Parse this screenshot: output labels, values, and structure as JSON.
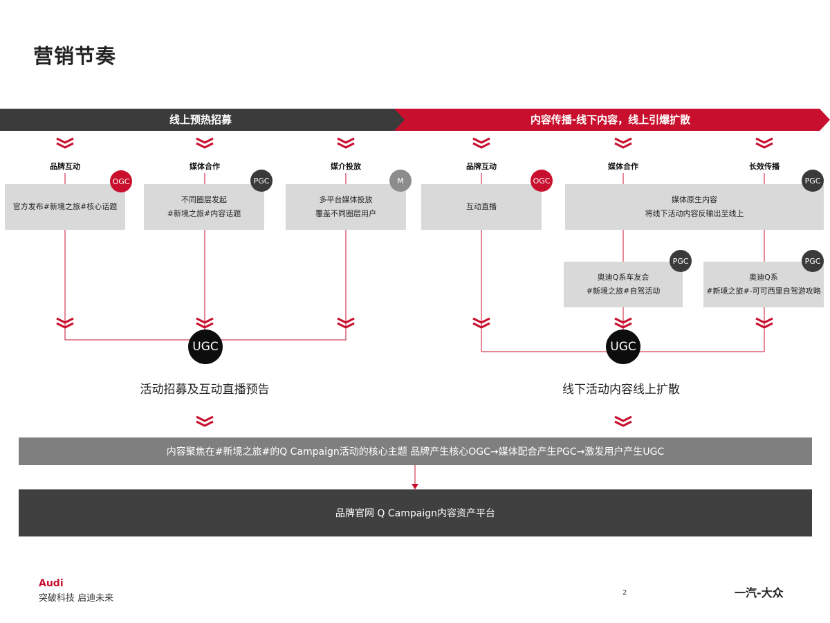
{
  "title": "营销节奏",
  "banners": {
    "left": "线上预热招募",
    "right": "内容传播-线下内容，线上引爆扩散"
  },
  "colors": {
    "accent_red": "#c8102e",
    "banner_dark": "#3b3b3b",
    "box_gray": "#d9d9d9"
  },
  "columns": [
    {
      "label": "品牌互动",
      "badge": "OGC",
      "box_lines": [
        "官方发布#新境之旅#核心话题"
      ]
    },
    {
      "label": "媒体合作",
      "badge": "PGC",
      "box_lines": [
        "不同圈层发起",
        "#新境之旅#内容话题"
      ]
    },
    {
      "label": "媒介投放",
      "badge": "M",
      "box_lines": [
        "多平台媒体投放",
        "覆盖不同圈层用户"
      ]
    },
    {
      "label": "品牌互动",
      "badge": "OGC",
      "box_lines": [
        "互动直播"
      ]
    },
    {
      "label": "媒体合作",
      "badge": "PGC",
      "box_lines": [
        "媒体原生内容",
        "将线下活动内容反输出至线上"
      ]
    },
    {
      "label": "长效传播"
    }
  ],
  "sub_boxes": [
    {
      "badge": "PGC",
      "lines": [
        "奥迪Q系车友会",
        "#新境之旅#自驾活动"
      ]
    },
    {
      "badge": "PGC",
      "lines": [
        "奥迪Q系",
        "#新境之旅#-可可西里自驾游攻略"
      ]
    }
  ],
  "ugc": {
    "left": "UGC",
    "right": "UGC"
  },
  "captions": {
    "left": "活动招募及互动直播预告",
    "right": "线下活动内容线上扩散"
  },
  "summary_bar": "内容聚焦在#新境之旅#的Q Campaign活动的核心主题  品牌产生核心OGC→媒体配合产生PGC→激发用户产生UGC",
  "platform_bar": "品牌官网 Q Campaign内容资产平台",
  "footer": {
    "logo": "Audi",
    "slogan": "突破科技 启迪未来",
    "page": "2",
    "brand": "一汽-大众"
  }
}
